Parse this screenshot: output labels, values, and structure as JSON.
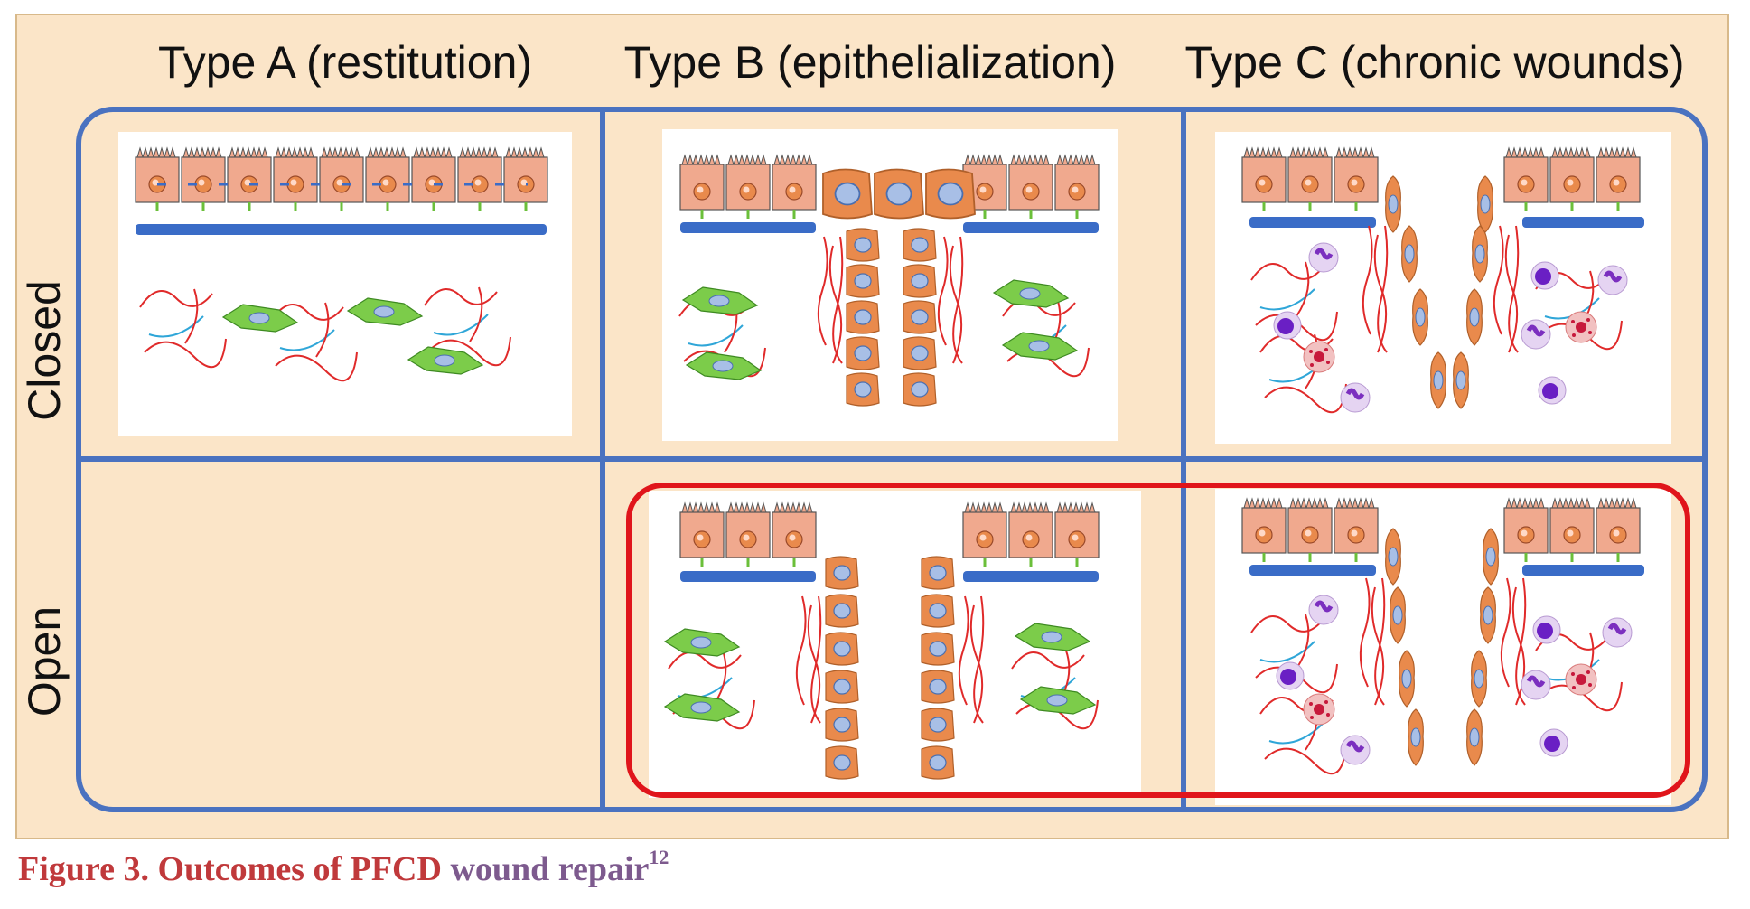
{
  "figure": {
    "column_headers": [
      "Type A (restitution)",
      "Type B (epithelialization)",
      "Type C (chronic wounds)"
    ],
    "row_headers": [
      "Closed",
      "Open"
    ],
    "colors": {
      "background": "#fbe5c8",
      "grid_border": "#4a72c0",
      "highlight_border": "#e0151b",
      "epithelial_cell": "#f0a98e",
      "migrating_cell": "#e98a4c",
      "nucleus": "#a8bfe6",
      "fibroblast": "#7ccc4a",
      "collagen_red": "#e02a2a",
      "collagen_blue": "#2fa6d8",
      "basement": "#3a6cc7",
      "immune_cell": "#9b3fcf"
    }
  },
  "caption": {
    "part_red": "Figure 3. Outcomes of PFCD",
    "part_purple": "wound repair",
    "superscript": "12"
  }
}
